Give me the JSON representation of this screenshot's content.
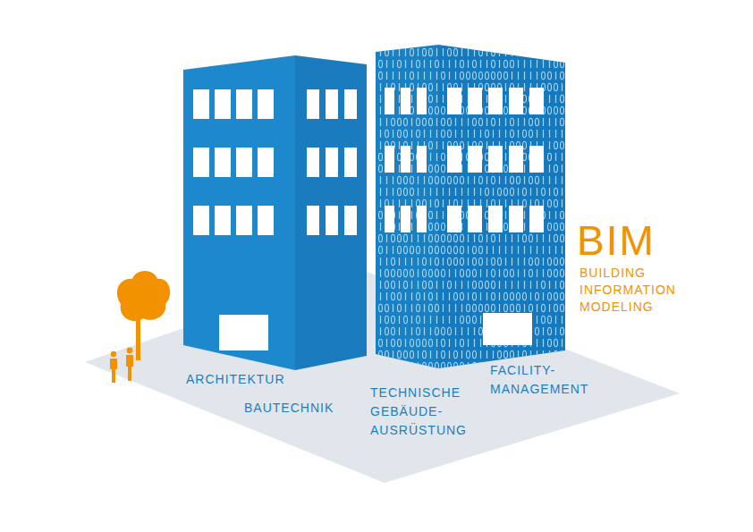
{
  "diagram": {
    "title": "BIM",
    "labels": [
      "BUILDING INFORMATION MODELING",
      "ARCHITEKTUR",
      "BAUTECHNIK",
      "TECHNISCHE GEBÄUDE- AUSRÜSTUNG",
      "FACILITY- MANAGEMENT"
    ]
  }
}
